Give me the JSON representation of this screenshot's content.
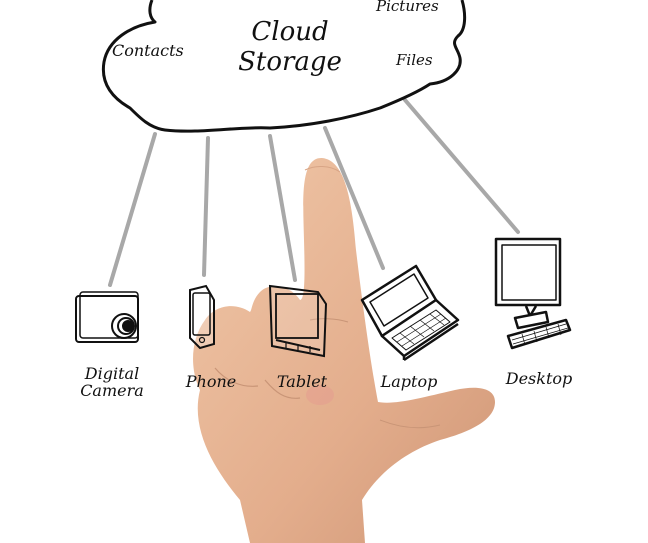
{
  "cloud": {
    "title_line1": "Cloud",
    "title_line2": "Storage",
    "items": [
      "Contacts",
      "Pictures",
      "Files"
    ]
  },
  "devices": [
    {
      "name": "digital-camera",
      "label_line1": "Digital",
      "label_line2": "Camera"
    },
    {
      "name": "phone",
      "label_line1": "Phone",
      "label_line2": ""
    },
    {
      "name": "tablet",
      "label_line1": "Tablet",
      "label_line2": ""
    },
    {
      "name": "laptop",
      "label_line1": "Laptop",
      "label_line2": ""
    },
    {
      "name": "desktop",
      "label_line1": "Desktop",
      "label_line2": ""
    }
  ],
  "colors": {
    "background": "#ffffff",
    "ink": "#111111",
    "connector": "#a8a8a8",
    "skin": "#e8b898",
    "skin_shadow": "#c98f6e"
  }
}
